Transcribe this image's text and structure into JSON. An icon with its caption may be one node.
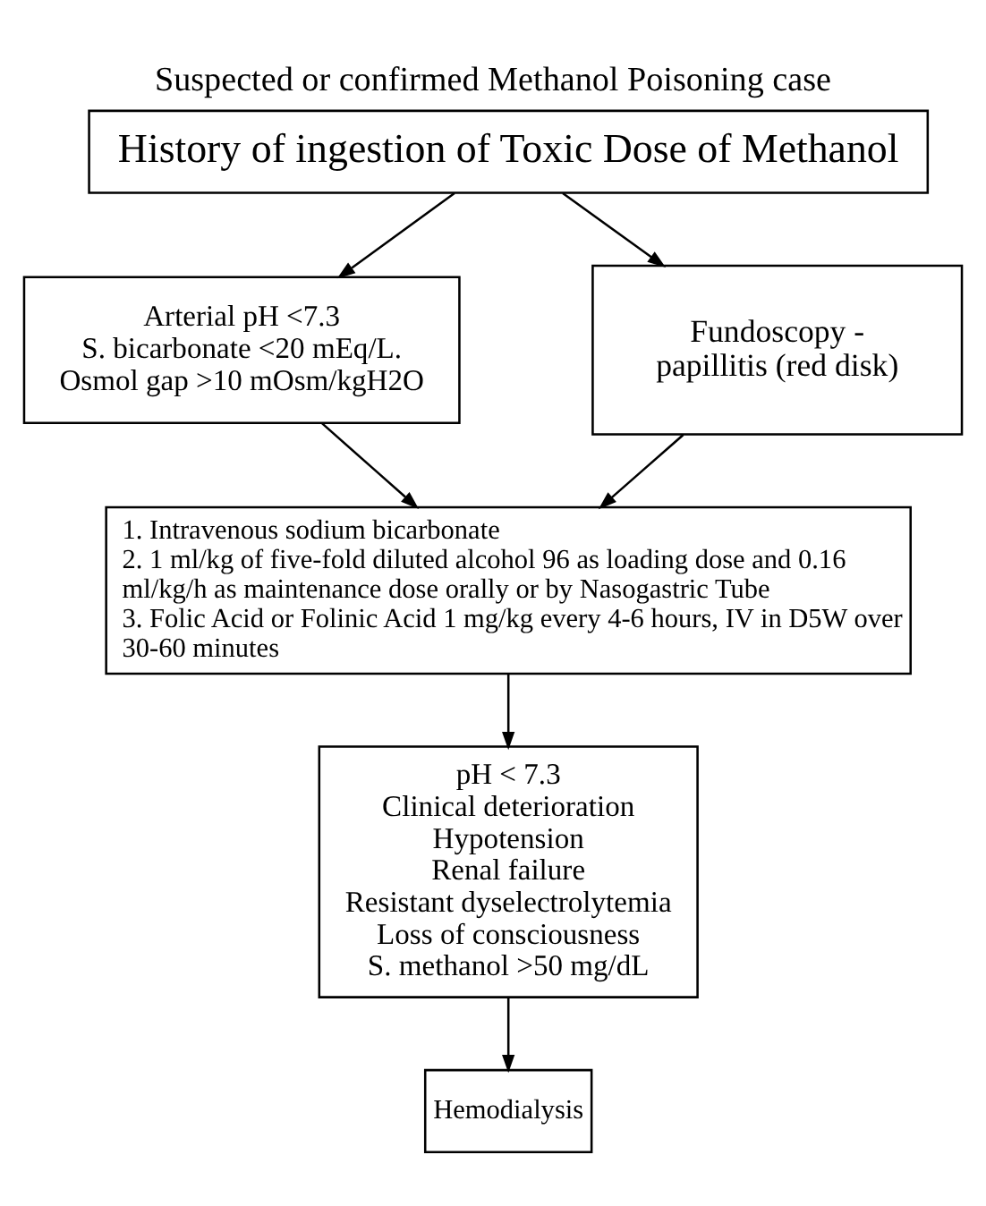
{
  "diagram": {
    "title": "Suspected or confirmed Methanol Poisoning case",
    "nodes": [
      {
        "text": [
          "History of ingestion of Toxic Dose of Methanol"
        ]
      },
      {
        "text": [
          "Arterial pH <7.3",
          "S. bicarbonate <20 mEq/L.",
          "Osmol gap >10 mOsm/kgH2O"
        ]
      },
      {
        "text": [
          "Fundoscopy - papillitis (red disk)"
        ]
      },
      {
        "text": [
          "1. Intravenous sodium bicarbonate",
          "2. 1 ml/kg of five-fold diluted alcohol 96 as loading dose and 0.16 ml/kg/h as maintenance dose orally or by Nasogastric Tube",
          "3. Folic Acid or Folinic Acid 1 mg/kg every 4-6 hours, IV in D5W over 30-60 minutes"
        ]
      },
      {
        "text": [
          "pH < 7.3",
          "Clinical deterioration",
          "Hypotension",
          "Renal failure",
          "Resistant dyselectrolytemia",
          "Loss of consciousness",
          "S. methanol >50 mg/dL"
        ]
      },
      {
        "text": [
          "Hemodialysis"
        ]
      }
    ],
    "edges": [
      {
        "from": 0,
        "to": 1,
        "arrow": "to"
      },
      {
        "from": 0,
        "to": 2,
        "arrow": "to"
      },
      {
        "from": 1,
        "to": 3,
        "arrow": "to"
      },
      {
        "from": 2,
        "to": 3,
        "arrow": "to"
      },
      {
        "from": 3,
        "to": 4,
        "arrow": "to"
      },
      {
        "from": 4,
        "to": 5,
        "arrow": "to"
      }
    ]
  }
}
